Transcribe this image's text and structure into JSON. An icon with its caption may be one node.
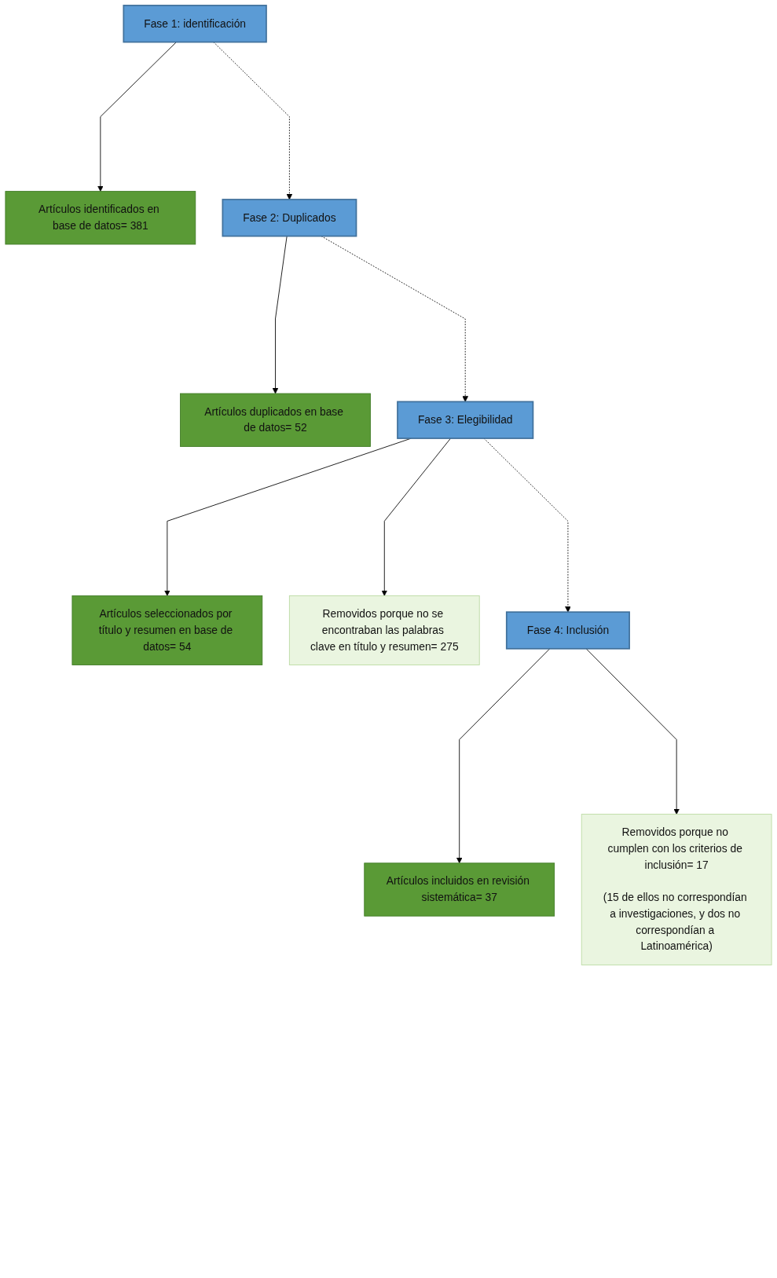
{
  "diagram": {
    "nodes": [
      {
        "text": [
          "Fase 1: identificación"
        ]
      },
      {
        "text": [
          "Artículos identificados en base de datos= 381"
        ]
      },
      {
        "text": [
          "Fase 2: Duplicados"
        ]
      },
      {
        "text": [
          "Artículos duplicados en base de datos= 52"
        ]
      },
      {
        "text": [
          "Fase 3: Elegibilidad"
        ]
      },
      {
        "text": [
          "Artículos seleccionados por título y resumen en base de datos= 54"
        ]
      },
      {
        "text": [
          "Removidos porque no se encontraban las palabras clave en título y resumen= 275"
        ]
      },
      {
        "text": [
          "Fase 4: Inclusión"
        ]
      },
      {
        "text": [
          "Artículos incluidos en revisión sistemática= 37"
        ]
      },
      {
        "text": [
          "Removidos porque no cumplen con los criterios de inclusión= 17",
          "(15 de ellos no correspondían a investigaciones, y dos no correspondían a Latinoamérica)"
        ]
      }
    ],
    "edges": [
      {
        "from": 0,
        "to": 1,
        "arrow": "to"
      },
      {
        "from": 0,
        "to": 2,
        "arrow": "to",
        "style": "dashed"
      },
      {
        "from": 2,
        "to": 3,
        "arrow": "to"
      },
      {
        "from": 2,
        "to": 4,
        "arrow": "to",
        "style": "dashed"
      },
      {
        "from": 4,
        "to": 5,
        "arrow": "to"
      },
      {
        "from": 4,
        "to": 6,
        "arrow": "to"
      },
      {
        "from": 4,
        "to": 7,
        "arrow": "to",
        "style": "dashed"
      },
      {
        "from": 7,
        "to": 8,
        "arrow": "to"
      },
      {
        "from": 7,
        "to": 9,
        "arrow": "to"
      }
    ]
  }
}
